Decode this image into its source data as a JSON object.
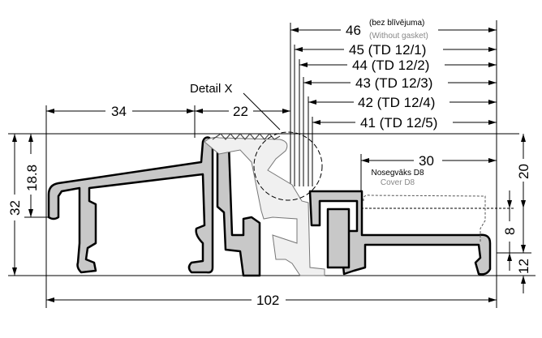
{
  "dimensions": {
    "d46": "46",
    "d46_note_lv": "(bez blīvējuma)",
    "d46_note_en": "(Without gasket)",
    "d45": "45 (TD 12/1)",
    "d44": "44 (TD 12/2)",
    "d43": "43 (TD 12/3)",
    "d42": "42 (TD 12/4)",
    "d41": "41 (TD 12/5)",
    "d34": "34",
    "d22": "22",
    "d30": "30",
    "d32": "32",
    "d18_8": "18.8",
    "d20": "20",
    "d8": "8",
    "d12": "12",
    "d102": "102"
  },
  "labels": {
    "detail": "Detail X",
    "cover_lv": "Nosegvāks D8",
    "cover_en": "Cover D8"
  }
}
